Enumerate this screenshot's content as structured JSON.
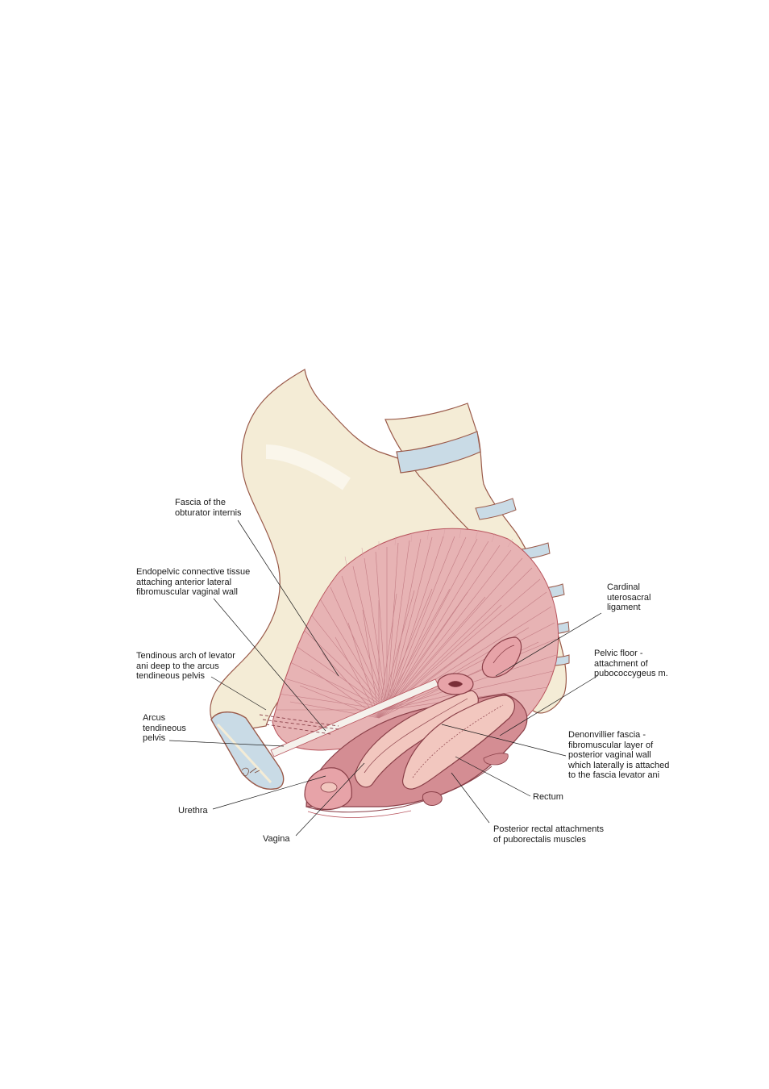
{
  "labels": {
    "fascia_obturator": "Fascia of the\nobturator internis",
    "endopelvic": "Endopelvic connective tissue\nattaching anterior lateral\nfibromuscular vaginal wall",
    "tendinous_arch": "Tendinous arch of levator\nani deep to the arcus\ntendineous pelvis",
    "arcus_tendineus": "Arcus\ntendineous\npelvis",
    "urethra": "Urethra",
    "vagina": "Vagina",
    "cardinal": "Cardinal\nuterosacral\nligament",
    "pelvic_floor": "Pelvic floor -\nattachment of\npubococcygeus m.",
    "denonvillier": "Denonvillier fascia -\nfibromuscular layer of\nposterior vaginal wall\nwhich laterally is attached\nto the fascia levator ani",
    "rectum": "Rectum",
    "posterior_rectal": "Posterior rectal attachments\nof puborectalis muscles"
  },
  "colors": {
    "bone": "#f4ecd6",
    "bone_outline": "#9a5a4a",
    "disc": "#c9dbe6",
    "muscle": "#e7b3b4",
    "muscle_dark": "#b8545d",
    "muscle_line": "#c07880",
    "lumen": "#f2c7bf",
    "leader": "#1a1a1a"
  }
}
